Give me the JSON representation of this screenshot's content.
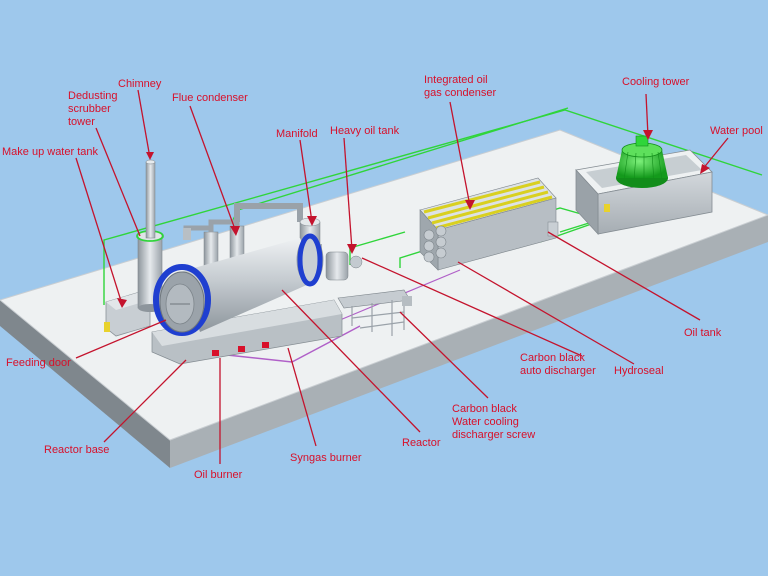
{
  "diagram": {
    "labels": {
      "chimney": "Chimney",
      "dedusting_1": "Dedusting",
      "dedusting_2": "scrubber",
      "dedusting_3": "tower",
      "flue_condenser": "Flue condenser",
      "integrated_1": "Integrated oil",
      "integrated_2": "gas condenser",
      "cooling_tower": "Cooling tower",
      "water_pool": "Water pool",
      "manifold": "Manifold",
      "heavy_oil_tank": "Heavy oil tank",
      "make_up_water_tank": "Make up water tank",
      "feeding_door": "Feeding door",
      "oil_tank": "Oil tank",
      "carbon_auto_1": "Carbon black",
      "carbon_auto_2": "auto discharger",
      "hydroseal": "Hydroseal",
      "carbon_screw_1": "Carbon black",
      "carbon_screw_2": "Water cooling",
      "carbon_screw_3": "discharger screw",
      "reactor": "Reactor",
      "reactor_base": "Reactor base",
      "syngas_burner": "Syngas burner",
      "oil_burner": "Oil burner"
    },
    "colors": {
      "background": "#9ec8ec",
      "label_text": "#d8102a",
      "leader_line": "#c4132d",
      "pipe_green": "#2fd53a",
      "reactor_band": "#1f3fd0",
      "cooling_tower": "#22c22a"
    }
  }
}
